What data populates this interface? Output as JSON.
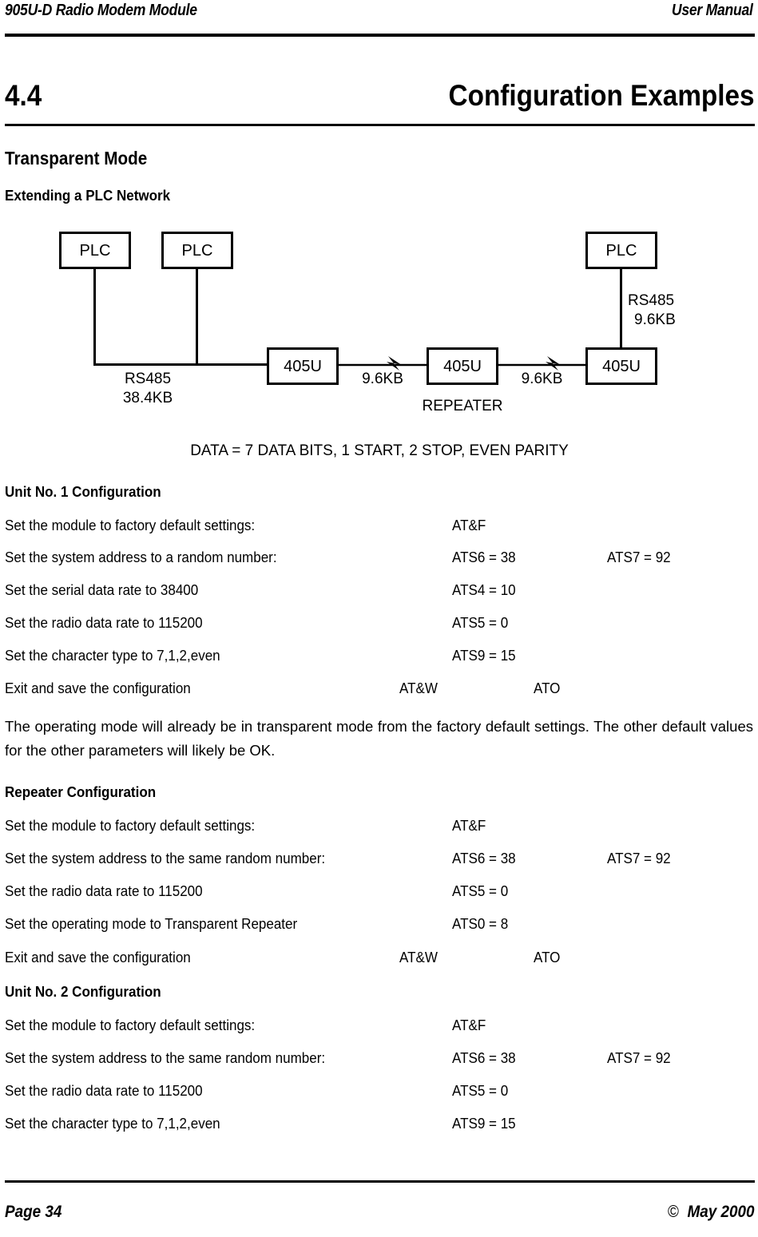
{
  "header": {
    "left": "905U-D Radio Modem  Module",
    "right": "User Manual"
  },
  "section": {
    "number": "4.4",
    "title": "Configuration Examples"
  },
  "headings": {
    "mode": "Transparent Mode",
    "subtitle": "Extending a PLC Network",
    "unit1": "Unit No. 1 Configuration",
    "repeater": "Repeater Configuration",
    "unit2": "Unit No. 2 Configuration"
  },
  "diagram": {
    "boxes": [
      {
        "id": "plc-1",
        "label": "PLC"
      },
      {
        "id": "plc-2",
        "label": "PLC"
      },
      {
        "id": "plc-3",
        "label": "PLC"
      },
      {
        "id": "modem-1",
        "label": "405U"
      },
      {
        "id": "modem-2",
        "label": "405U"
      },
      {
        "id": "modem-3",
        "label": "405U"
      }
    ],
    "labels": {
      "rs485_left_line1": "RS485",
      "rs485_left_line2": "38.4KB",
      "rs485_right_line1": "RS485",
      "rs485_right_line2": "9.6KB",
      "radio_1": "9.6KB",
      "radio_2": "9.6KB",
      "repeater": "REPEATER"
    },
    "caption": "DATA = 7 DATA BITS, 1 START, 2 STOP, EVEN PARITY"
  },
  "unit1": {
    "rows": [
      {
        "label": "Set the module to factory default settings:",
        "cmd": "AT&F",
        "cmd2": ""
      },
      {
        "label": "Set the system address to a random number:",
        "cmd": "ATS6 = 38",
        "cmd2": "ATS7 = 92"
      },
      {
        "label": "Set the serial data rate to 38400",
        "cmd": "ATS4 = 10",
        "cmd2": ""
      },
      {
        "label": "Set the radio data rate to 115200",
        "cmd": "ATS5 = 0",
        "cmd2": ""
      },
      {
        "label": "Set the character type to 7,1,2,even",
        "cmd": "ATS9 = 15",
        "cmd2": ""
      }
    ],
    "exit": {
      "label": "Exit and save the configuration",
      "cmd": "AT&W",
      "cmd2": "ATO"
    },
    "note": "The operating mode will already be in transparent mode from the factory default settings. The other default values for the other parameters will likely be OK."
  },
  "repeater": {
    "rows": [
      {
        "label": "Set the module to factory default settings:",
        "cmd": "AT&F",
        "cmd2": ""
      },
      {
        "label": "Set the system address to the same random number:",
        "cmd": "ATS6 = 38",
        "cmd2": "ATS7 = 92"
      },
      {
        "label": "Set the radio data rate to 115200",
        "cmd": "ATS5 = 0",
        "cmd2": ""
      },
      {
        "label": "Set the operating mode to Transparent Repeater",
        "cmd": "ATS0 = 8",
        "cmd2": ""
      }
    ],
    "exit": {
      "label": "Exit and save the configuration",
      "cmd": "AT&W",
      "cmd2": "ATO"
    }
  },
  "unit2": {
    "rows": [
      {
        "label": "Set the module to factory default settings:",
        "cmd": "AT&F",
        "cmd2": ""
      },
      {
        "label": "Set the system address to the same random number:",
        "cmd": "ATS6 = 38",
        "cmd2": "ATS7 = 92"
      },
      {
        "label": "Set the radio data rate to 115200",
        "cmd": "ATS5 = 0",
        "cmd2": ""
      },
      {
        "label": "Set the character type to 7,1,2,even",
        "cmd": "ATS9 = 15",
        "cmd2": ""
      }
    ]
  },
  "footer": {
    "page": "Page 34",
    "copyright_mark": "©",
    "date": "May 2000"
  }
}
